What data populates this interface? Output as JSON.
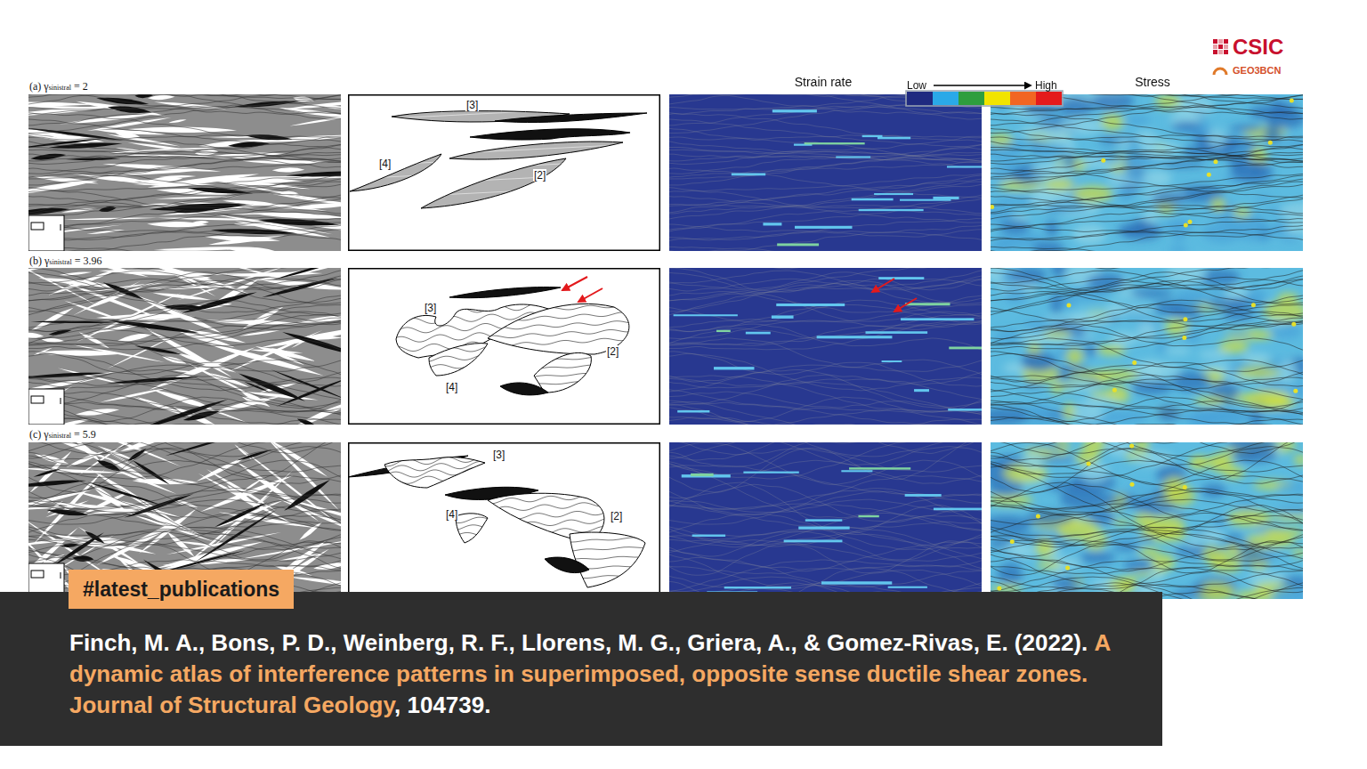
{
  "diagram": {
    "nodes": [
      {
        "text": [
          "#latest_publications"
        ]
      },
      {
        "text": [
          "Finch, M. A., Bons, P. D., Weinberg, R. F., Llorens, M. G., Griera, A., & Gomez-Rivas, E. (2022).",
          "A dynamic atlas of interference patterns in superimposed, opposite sense ductile shear zones. Journal of Structural Geology",
          ", 104739."
        ]
      }
    ],
    "labels": [
      "(a) γ",
      "sinistral",
      "= 2",
      "(b) γ",
      "sinistral",
      "= 3.96",
      "(c) γ",
      "sinistral",
      "= 5.9",
      "[3]",
      "[4]",
      "[2]",
      "[3]",
      "[2]",
      "[4]",
      "[3]",
      "[4]",
      "[2]",
      "Strain rate",
      "Low",
      "High",
      "Stress",
      "CSIC",
      "GEO3BCN"
    ]
  }
}
